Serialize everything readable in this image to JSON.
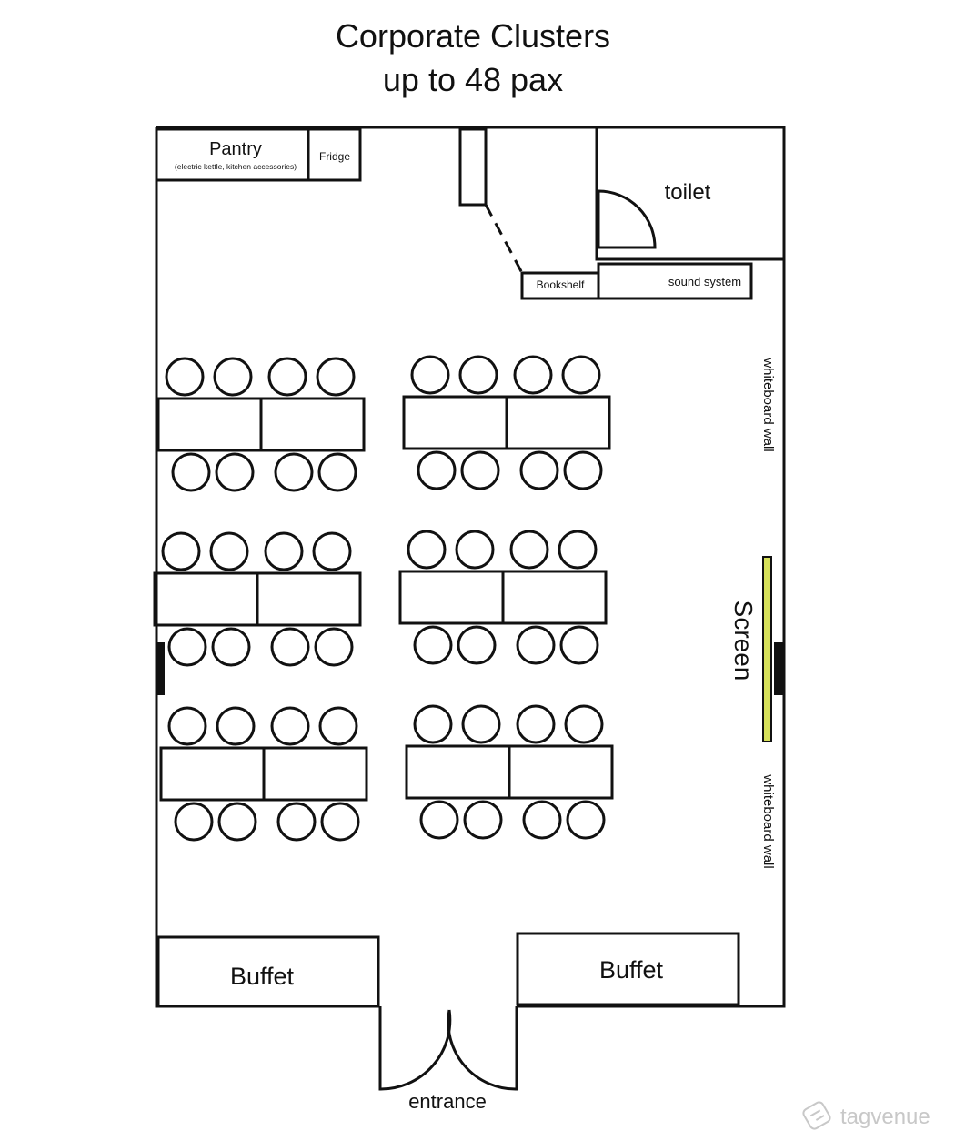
{
  "title_line1": "Corporate Clusters",
  "title_line2": "up to 48 pax",
  "labels": {
    "pantry": "Pantry",
    "pantry_note": "(electric kettle, kitchen accessories)",
    "fridge": "Fridge",
    "toilet": "toilet",
    "bookshelf": "Bookshelf",
    "sound_system": "sound system",
    "whiteboard_upper": "whiteboard wall",
    "whiteboard_lower": "whiteboard wall",
    "screen": "Screen",
    "buffet_left": "Buffet",
    "buffet_right": "Buffet",
    "entrance": "entrance"
  },
  "watermark": "tagvenue",
  "capacity_pax": 48,
  "clusters": 6,
  "tables_per_cluster": 2,
  "seats_per_table": 4,
  "colors": {
    "line": "#111111",
    "screen": "#d6e05a",
    "background": "#ffffff",
    "watermark": "#c8c8c8"
  }
}
